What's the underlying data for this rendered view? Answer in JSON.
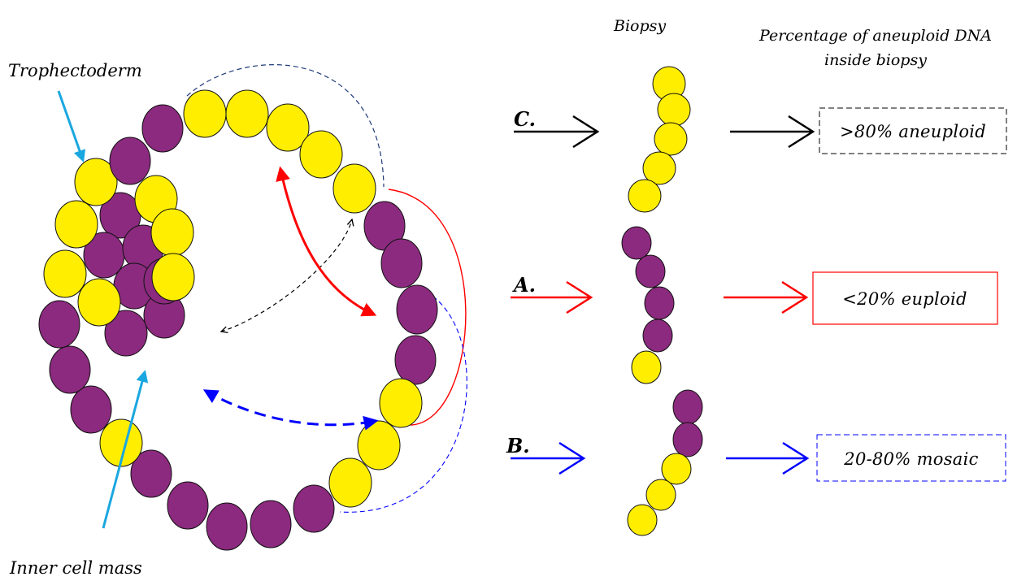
{
  "labels": {
    "trophectoderm": "Trophectoderm",
    "inner_cell_mass": "Inner cell mass",
    "biopsy_header": "Biopsy",
    "percentage_header_line1": "Percentage of aneuploid DNA",
    "percentage_header_line2": "inside biopsy"
  },
  "rows": [
    {
      "letter": "C.",
      "result": ">80% aneuploid",
      "color": "#000000",
      "box_style": "dashed"
    },
    {
      "letter": "A.",
      "result": "<20% euploid",
      "color": "#ff0000",
      "box_style": "solid"
    },
    {
      "letter": "B.",
      "result": "20-80% mosaic",
      "color": "#0000ff",
      "box_style": "dashed"
    }
  ],
  "colors": {
    "euploid_cell": "#ffee00",
    "aneuploid_cell": "#8b2a7e",
    "pointer_arrow": "#1aa7e0"
  }
}
